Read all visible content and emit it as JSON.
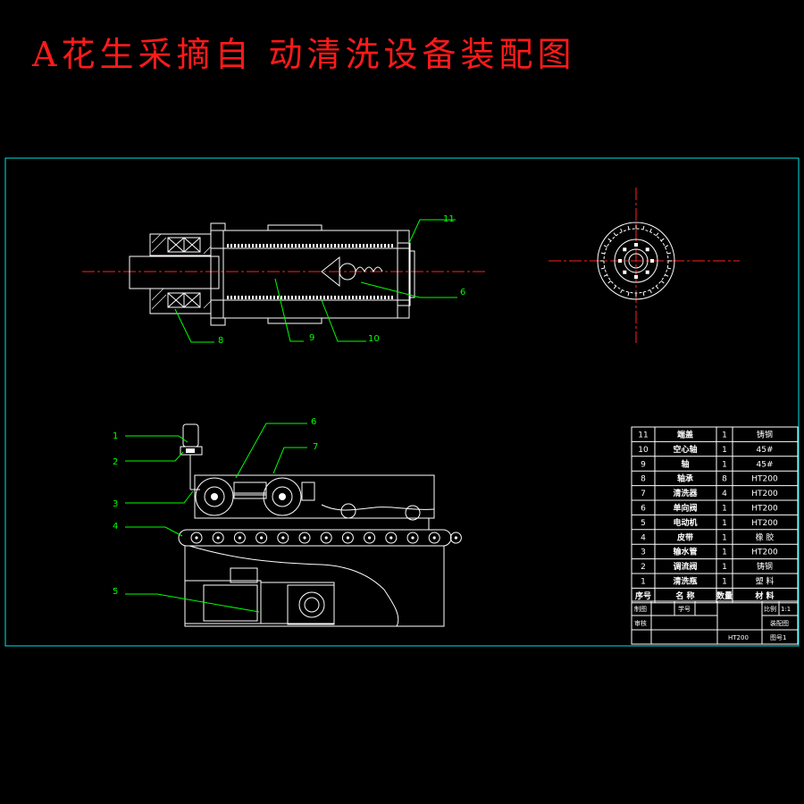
{
  "title": "A花生采摘自 动清洗设备装配图",
  "top_view_labels": [
    "11",
    "6",
    "8",
    "9",
    "10"
  ],
  "front_view_labels": [
    "1",
    "2",
    "3",
    "4",
    "5",
    "6",
    "7"
  ],
  "bom": {
    "rows": [
      {
        "no": "11",
        "name": "端盖",
        "qty": "1",
        "material": "铸钢"
      },
      {
        "no": "10",
        "name": "空心轴",
        "qty": "1",
        "material": "45#"
      },
      {
        "no": "9",
        "name": "轴",
        "qty": "1",
        "material": "45#"
      },
      {
        "no": "8",
        "name": "轴承",
        "qty": "8",
        "material": "HT200"
      },
      {
        "no": "7",
        "name": "清洗器",
        "qty": "4",
        "material": "HT200"
      },
      {
        "no": "6",
        "name": "单向阀",
        "qty": "1",
        "material": "HT200"
      },
      {
        "no": "5",
        "name": "电动机",
        "qty": "1",
        "material": "HT200"
      },
      {
        "no": "4",
        "name": "皮带",
        "qty": "1",
        "material": "橡 胶"
      },
      {
        "no": "3",
        "name": "输水管",
        "qty": "1",
        "material": "HT200"
      },
      {
        "no": "2",
        "name": "调流阀",
        "qty": "1",
        "material": "铸钢"
      },
      {
        "no": "1",
        "name": "清洗瓶",
        "qty": "1",
        "material": "塑 料"
      }
    ],
    "header": {
      "no": "序号",
      "name": "名 称",
      "qty": "数量",
      "material": "材 料"
    }
  },
  "title_block": {
    "drawn": "制图",
    "checked": "审核",
    "student_no": "学号",
    "scale_label": "比例",
    "scale_value": "1:1",
    "drawing_name": "装配图",
    "sheet": "图号1",
    "material": "HT200"
  },
  "colors": {
    "frame": "#00e5e5",
    "lines": "#ffffff",
    "leaders": "#00ff00",
    "centerlines": "#ff2020",
    "title": "#ff1a1a"
  }
}
